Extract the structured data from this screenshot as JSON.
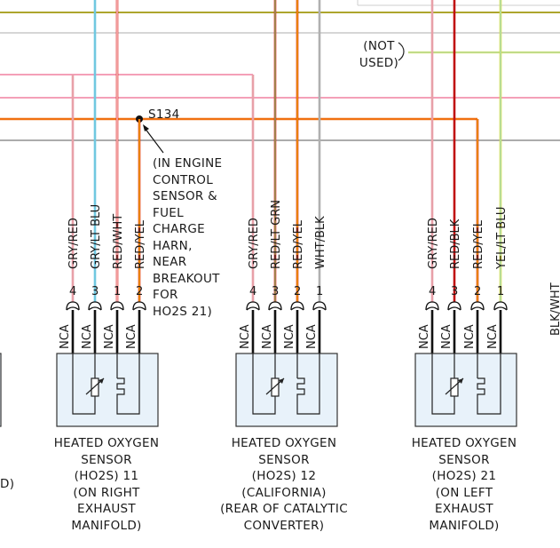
{
  "splice": {
    "name": "S134",
    "note": [
      "(IN ENGINE",
      "CONTROL",
      "SENSOR &",
      "FUEL",
      "CHARGE",
      "HARN,",
      "NEAR",
      "BREAKOUT",
      "FOR",
      "HO2S 21)"
    ]
  },
  "not_used": [
    "(NOT",
    "USED)"
  ],
  "edge_label": "BLK/WHT",
  "left_cut_text": "D)",
  "nca": "NCA",
  "colors": {
    "gry_red": "#e8a0a8",
    "gry_lt_blu": "#70c8e0",
    "red_wht": "#e02020",
    "red_yel": "#e02010",
    "red_yel_stripe": "#f0d000",
    "red_lt_grn": "#e02020",
    "red_lt_grn_stripe": "#70d070",
    "wht_blk": "#b0b0b0",
    "red_blk": "#c01010",
    "yel_lt_blu": "#e8e020",
    "yel_lt_blu_stripe": "#90d8f0",
    "orange": "#f07010",
    "pink": "#f4a0b8",
    "sensor_fill": "#e8f2fa",
    "sensor_stroke": "#333333"
  },
  "sensors": [
    {
      "id": "ho2s-11",
      "title": [
        "HEATED OXYGEN",
        "SENSOR",
        "(HO2S) 11",
        "(ON RIGHT",
        "EXHAUST",
        "MANIFOLD)"
      ],
      "pins": [
        {
          "pin": "4",
          "wire": "GRY/RED"
        },
        {
          "pin": "3",
          "wire": "GRY/LT BLU"
        },
        {
          "pin": "1",
          "wire": "RED/WHT"
        },
        {
          "pin": "2",
          "wire": "RED/YEL"
        }
      ]
    },
    {
      "id": "ho2s-12",
      "title": [
        "HEATED OXYGEN",
        "SENSOR",
        "(HO2S) 12",
        "(CALIFORNIA)",
        "(REAR OF CATALYTIC",
        "CONVERTER)"
      ],
      "pins": [
        {
          "pin": "4",
          "wire": "GRY/RED"
        },
        {
          "pin": "3",
          "wire": "RED/LT GRN"
        },
        {
          "pin": "2",
          "wire": "RED/YEL"
        },
        {
          "pin": "1",
          "wire": "WHT/BLK"
        }
      ]
    },
    {
      "id": "ho2s-21",
      "title": [
        "HEATED OXYGEN",
        "SENSOR",
        "(HO2S) 21",
        "(ON LEFT",
        "EXHAUST",
        "MANIFOLD)"
      ],
      "pins": [
        {
          "pin": "4",
          "wire": "GRY/RED"
        },
        {
          "pin": "3",
          "wire": "RED/BLK"
        },
        {
          "pin": "2",
          "wire": "RED/YEL"
        },
        {
          "pin": "1",
          "wire": "YEL/LT BLU"
        }
      ]
    }
  ]
}
